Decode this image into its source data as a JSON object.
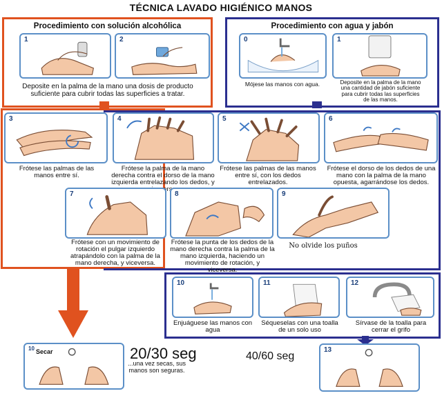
{
  "title": "TÉCNICA LAVADO HIGIÉNICO MANOS",
  "alcohol": {
    "heading": "Procedimiento con solución alcohólica",
    "step1_num": "1",
    "step2_num": "2",
    "caption": "Deposite en la palma de la mano una dosis de producto suficiente para cubrir todas las superficies a tratar."
  },
  "water": {
    "heading": "Procedimiento con agua y jabón",
    "step0_num": "0",
    "step0_caption": "Mójese las manos con agua.",
    "step1_num": "1",
    "step1_caption": "Deposite en la palma de la mano una cantidad de jabón suficiente para cubrir todas las superficies de las manos."
  },
  "steps": [
    {
      "num": "3",
      "caption": "Frótese las palmas de las manos entre sí."
    },
    {
      "num": "4",
      "caption": "Frótese la palma de la mano derecha contra el dorso de la mano izquierda entrelazando los dedos, y viceversa."
    },
    {
      "num": "5",
      "caption": "Frótese las palmas de las manos entre sí, con los dedos entrelazados."
    },
    {
      "num": "6",
      "caption": "Frótese el dorso de los dedos de una mano con la palma de la mano opuesta, agarrándose los dedos."
    },
    {
      "num": "7",
      "caption": "Frótese con un movimiento de rotación el pulgar izquierdo atrapándolo con la palma de la mano derecha, y viceversa."
    },
    {
      "num": "8",
      "caption": "Frótese la punta de los dedos de la mano derecha contra la palma de la mano izquierda, haciendo un movimiento de rotación, y viceversa."
    },
    {
      "num": "9",
      "caption": "No olvide los puños"
    }
  ],
  "rinse": [
    {
      "num": "10",
      "caption": "Enjuáguese las manos con agua"
    },
    {
      "num": "11",
      "caption": "Séqueselas con una toalla de un solo uso"
    },
    {
      "num": "12",
      "caption": "Sírvase de la toalla para cerrar el grifo"
    }
  ],
  "final_alcohol": {
    "num": "10",
    "label": "Secar",
    "time": "20/30 seg",
    "note": "...una vez secas, sus manos son seguras."
  },
  "final_water": {
    "num": "13",
    "time": "40/60 seg"
  },
  "colors": {
    "orange": "#e0521f",
    "navy": "#2b2f8f",
    "card_border": "#5b8fc7",
    "skin": "#f3c7a6",
    "water_blue": "#6fa8dc"
  }
}
